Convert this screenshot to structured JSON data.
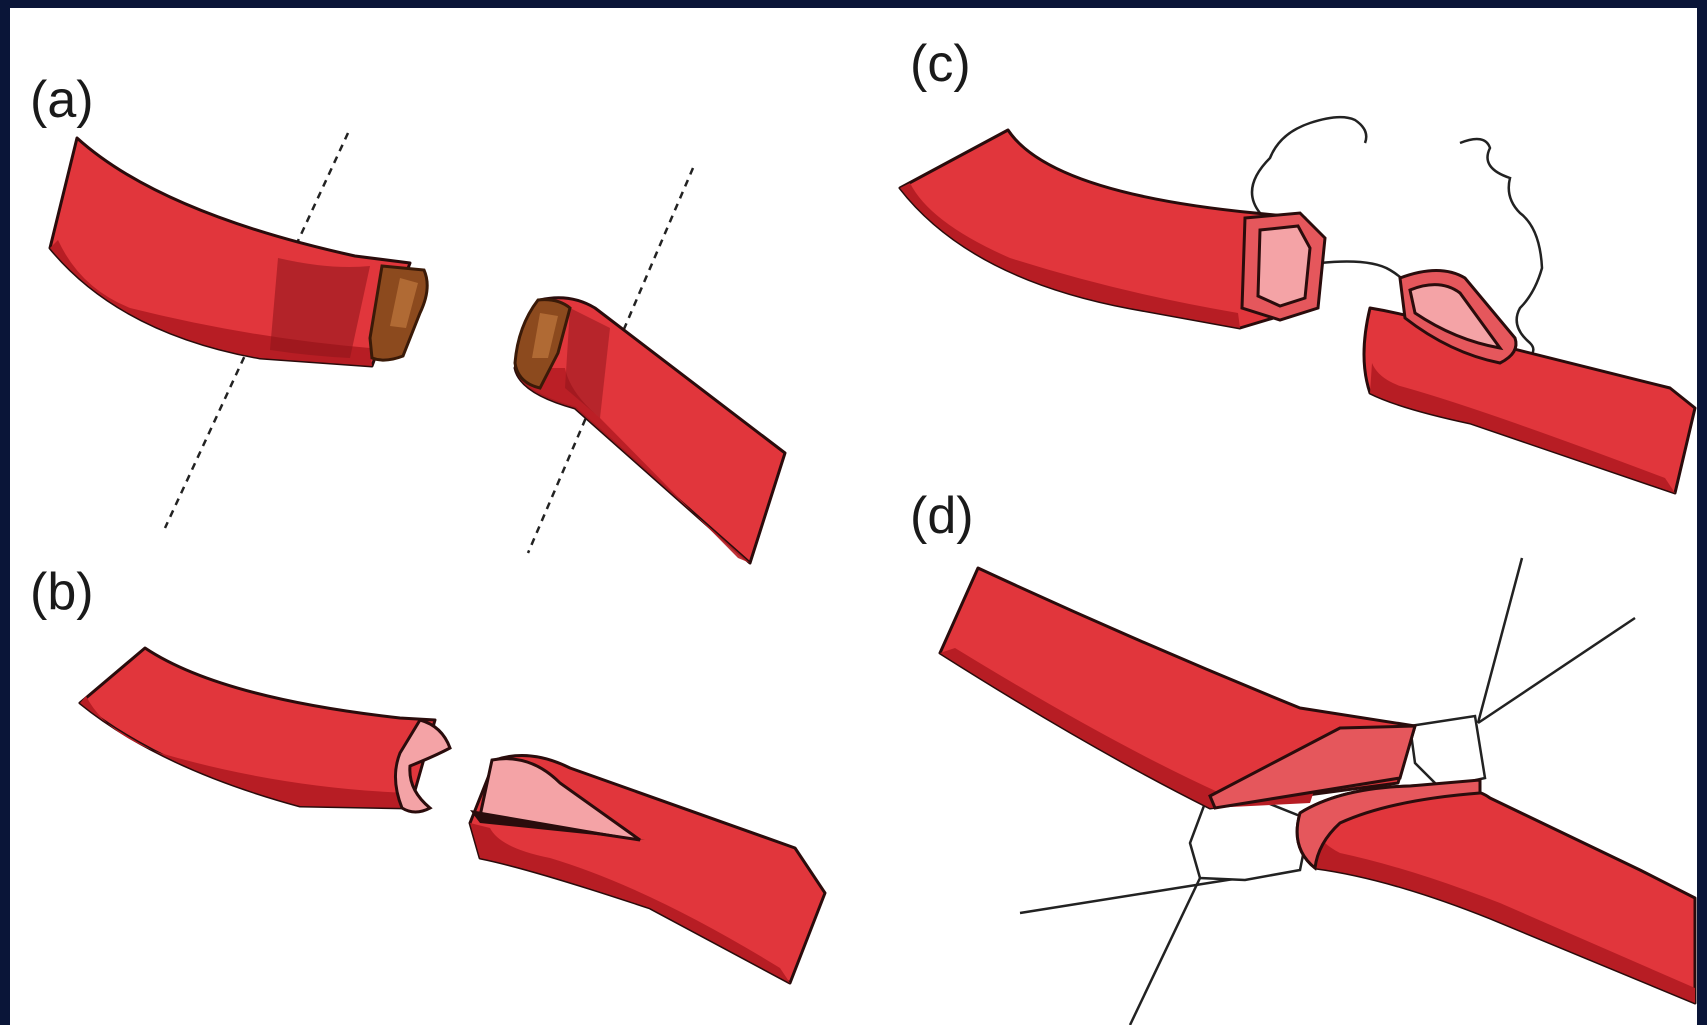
{
  "panels": [
    {
      "label": "(a)"
    },
    {
      "label": "(b)"
    },
    {
      "label": "(c)"
    },
    {
      "label": "(d)"
    }
  ],
  "colors": {
    "background_border": "#0a1538",
    "vessel": "#e1363c",
    "vessel_shade": "#b71d24",
    "lumen": "#f4a3a6",
    "clot": "#8c4a1e"
  }
}
